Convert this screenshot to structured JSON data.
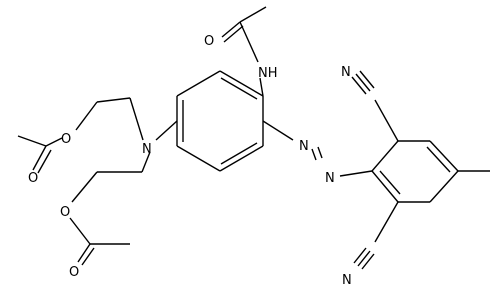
{
  "atoms": {
    "o1": "O",
    "nh": "NH",
    "n_amine": "N",
    "o2": "O",
    "o3": "O",
    "o4": "O",
    "o5": "O",
    "n_azo1": "N",
    "n_azo2": "N",
    "cn1": "N",
    "cn2": "N"
  }
}
